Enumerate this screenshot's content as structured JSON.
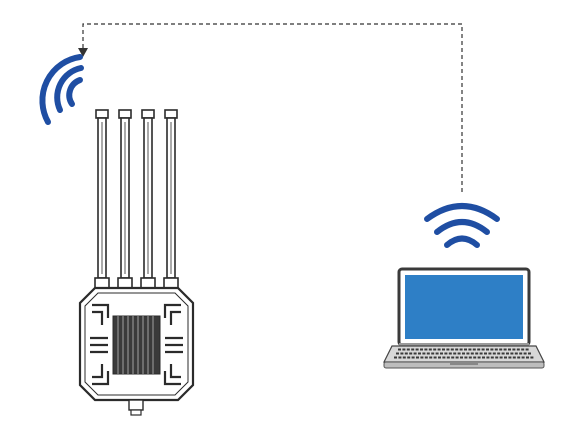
{
  "diagram": {
    "nodes": [
      {
        "id": "outdoor-router",
        "kind": "outdoor wireless router with four antennas",
        "icon": "router-icon"
      },
      {
        "id": "laptop",
        "kind": "laptop computer",
        "icon": "laptop-icon"
      }
    ],
    "connections": [
      {
        "from": "laptop",
        "to": "outdoor-router",
        "style": "dashed",
        "arrow": "end"
      }
    ],
    "signals": [
      {
        "at": "outdoor-router",
        "icon": "wifi-signal-icon",
        "orientation": "left"
      },
      {
        "at": "laptop",
        "icon": "wifi-signal-icon",
        "orientation": "up"
      }
    ],
    "colors": {
      "wifi": "#1f4ea3",
      "device_outline": "#2b2b2b",
      "laptop_screen": "#2e7fc6",
      "connector_line": "#333333"
    }
  }
}
